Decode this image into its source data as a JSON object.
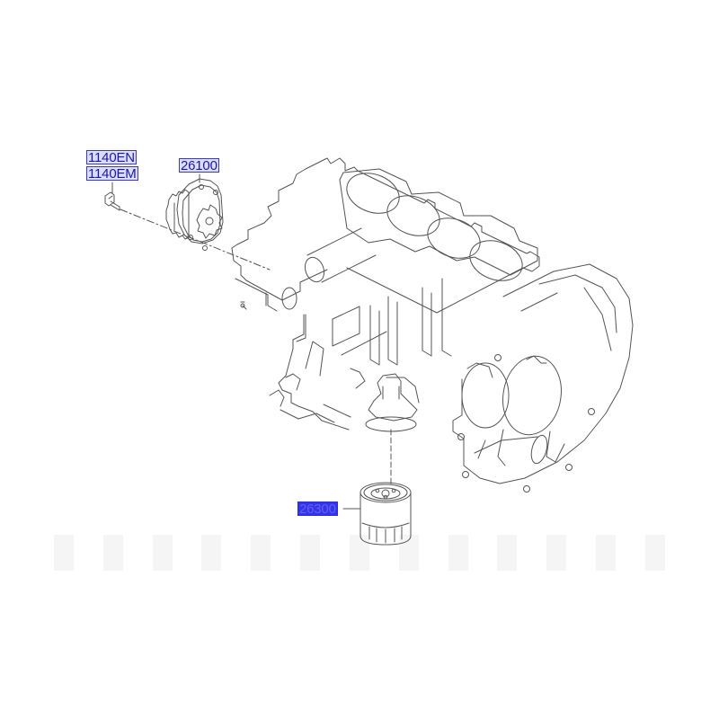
{
  "diagram": {
    "title": "Engine block / oil pump / oil filter exploded view",
    "accent_color": "#3535e8",
    "line_color": "#555555"
  },
  "labels": {
    "bolt_a": {
      "text": "1140EN",
      "selected": false
    },
    "bolt_b": {
      "text": "1140EM",
      "selected": false
    },
    "oil_pump": {
      "text": "26100",
      "selected": false
    },
    "oil_filter": {
      "text": "26300",
      "selected": true
    }
  },
  "parts": [
    {
      "id": "1140EN",
      "name": "bolt"
    },
    {
      "id": "1140EM",
      "name": "bolt"
    },
    {
      "id": "26100",
      "name": "oil-pump"
    },
    {
      "id": "26300",
      "name": "oil-filter"
    }
  ]
}
